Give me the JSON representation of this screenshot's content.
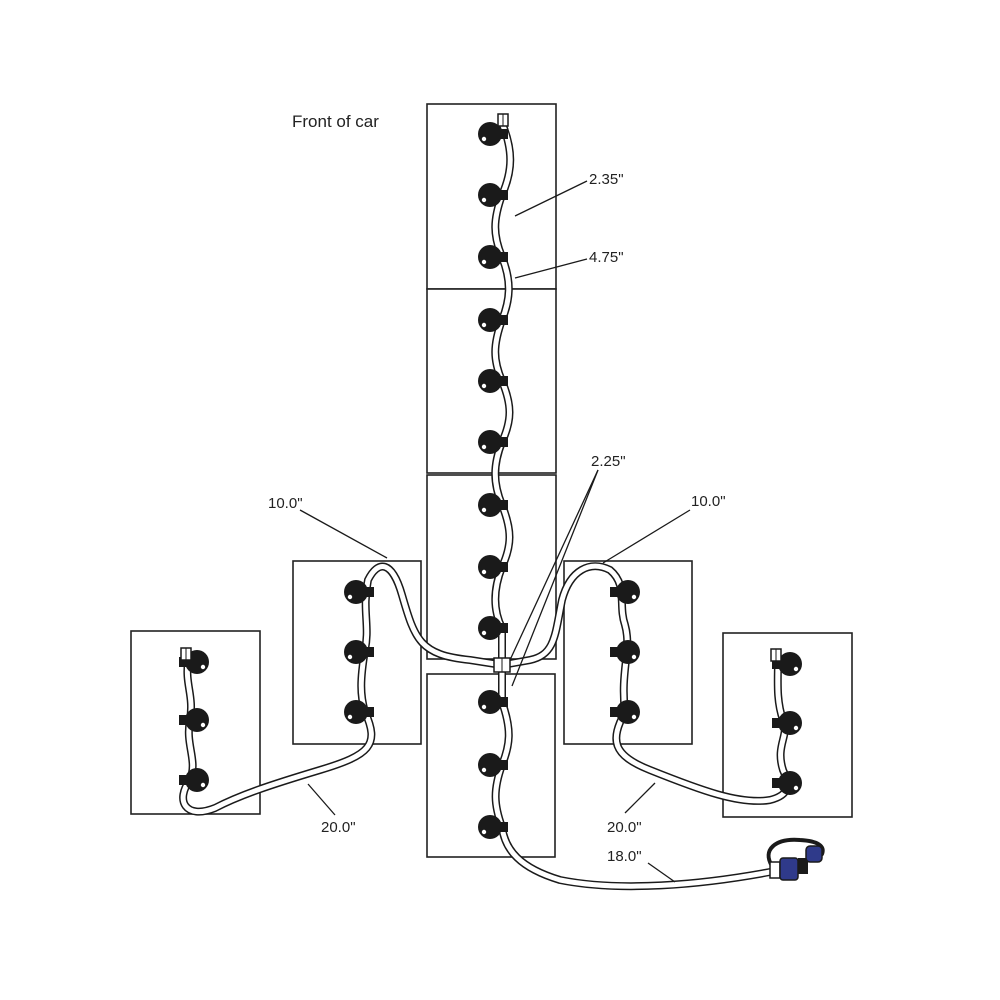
{
  "labels": {
    "front_of_car": "Front of car",
    "dim_2_35": "2.35\"",
    "dim_4_75": "4.75\"",
    "dim_2_25": "2.25\"",
    "dim_10_left": "10.0\"",
    "dim_10_right": "10.0\"",
    "dim_20_left": "20.0\"",
    "dim_20_right": "20.0\"",
    "dim_18": "18.0\""
  },
  "colors": {
    "line": "#1a1a1a",
    "cap": "#1a1a1a",
    "connector": "#2f3a8a"
  },
  "icons": {
    "cell_cap": "vent-cap-icon",
    "tee": "tee-fitting-icon",
    "end_plug": "end-plug-icon",
    "quick_connect": "quick-connect-icon"
  }
}
